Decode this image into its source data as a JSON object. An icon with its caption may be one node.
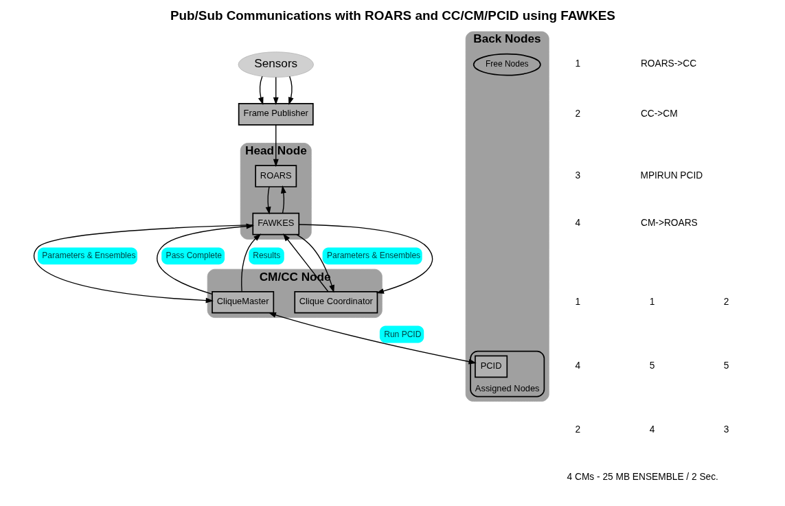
{
  "diagram": {
    "title": "Pub/Sub Communications with ROARS and CC/CM/PCID using FAWKES",
    "nodes": [
      {
        "text": [
          "Sensors"
        ]
      },
      {
        "text": [
          "Frame Publisher"
        ]
      },
      {
        "text": [
          "Head Node"
        ]
      },
      {
        "text": [
          "ROARS"
        ],
        "in": 2
      },
      {
        "text": [
          "FAWKES"
        ],
        "in": 2
      },
      {
        "text": [
          "CM/CC Node"
        ]
      },
      {
        "text": [
          "Clique Coordinator"
        ],
        "in": 5
      },
      {
        "text": [
          "CliqueMaster"
        ],
        "in": 5
      },
      {
        "text": [
          "Back Nodes"
        ]
      },
      {
        "text": [
          "Free Nodes"
        ],
        "in": 8
      },
      {
        "text": [
          "Assigned Nodes"
        ],
        "in": 8
      },
      {
        "text": [
          "PCID"
        ],
        "in": 10
      }
    ],
    "edges": [
      {
        "from": 0,
        "to": 1,
        "arrow": "to"
      },
      {
        "from": 0,
        "to": 1,
        "arrow": "to"
      },
      {
        "from": 0,
        "to": 1,
        "arrow": "to"
      },
      {
        "from": 1,
        "to": 3,
        "arrow": "to"
      },
      {
        "from": 3,
        "to": 4,
        "arrow": "to"
      },
      {
        "from": 4,
        "to": 3,
        "arrow": "to"
      },
      {
        "from": 4,
        "to": 6,
        "arrow": "to",
        "label": "Parameters & Ensembles"
      },
      {
        "from": 6,
        "to": 4,
        "arrow": "to"
      },
      {
        "from": 4,
        "to": 6,
        "arrow": "to"
      },
      {
        "from": 4,
        "to": 7,
        "arrow": "to",
        "label": "Parameters & Ensembles"
      },
      {
        "from": 7,
        "to": 4,
        "arrow": "to",
        "label": "Pass Complete"
      },
      {
        "from": 7,
        "to": 4,
        "arrow": "to",
        "label": "Results"
      },
      {
        "from": 7,
        "to": 11,
        "arrow": "both",
        "label": "Run PCID"
      }
    ],
    "labels": [
      "1",
      "1",
      "2",
      "4",
      "5",
      "5",
      "2",
      "4",
      "3",
      "1",
      "2",
      "3",
      "4",
      "4 CMs - 25 MB ENSEMBLE / 2 Sec."
    ],
    "legend": [
      {
        "text": "ROARS->CC"
      },
      {
        "text": "CC->CM"
      },
      {
        "text": "MPIRUN PCID"
      },
      {
        "text": "CM->ROARS"
      }
    ]
  }
}
